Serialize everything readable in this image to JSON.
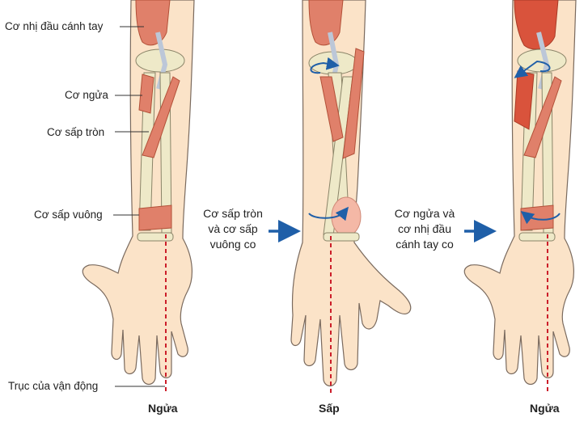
{
  "labels": {
    "biceps": "Cơ nhị đầu cánh tay",
    "supinator": "Cơ ngửa",
    "pronator_teres": "Cơ sấp tròn",
    "pronator_quadratus": "Cơ sấp vuông",
    "axis": "Trục của vận động"
  },
  "transitions": {
    "to_pronation": [
      "Cơ sấp tròn",
      "và cơ sấp",
      "vuông co"
    ],
    "to_supination": [
      "Cơ ngửa và",
      "cơ nhị đầu",
      "cánh tay co"
    ]
  },
  "captions": {
    "left": "Ngửa",
    "middle": "Sấp",
    "right": "Ngửa"
  },
  "colors": {
    "skin": "#fbe3c8",
    "skin_outline": "#7a6a5e",
    "muscle": "#e0806a",
    "muscle_dark": "#c8553e",
    "bone": "#eee9c8",
    "bone_outline": "#8a8468",
    "axis_line": "#cc1e2a",
    "arrow": "#1f5fa8"
  }
}
